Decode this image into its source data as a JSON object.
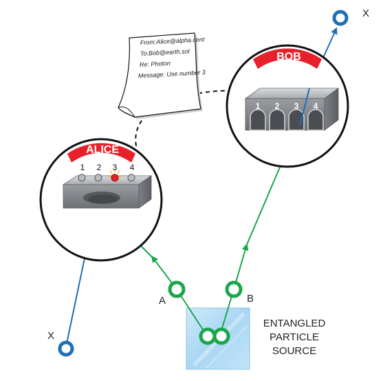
{
  "alice": {
    "title": "ALICE",
    "detectors": [
      "1",
      "2",
      "3",
      "4"
    ],
    "lit_detector": "3"
  },
  "bob": {
    "title": "BOB",
    "detectors": [
      "1",
      "2",
      "3",
      "4"
    ]
  },
  "message": {
    "from": "From:Alice@alpha.cent",
    "to": "To:Bob@earth.sol",
    "re": "Re: Photon",
    "body": "Message: Use number 3"
  },
  "source": {
    "line1": "ENTANGLED",
    "line2": "PARTICLE",
    "line3": "SOURCE"
  },
  "labels": {
    "particle_a": "A",
    "particle_b": "B",
    "x_bottom": "X",
    "x_top": "X"
  },
  "colors": {
    "green": "#1aa64b",
    "blue": "#1f6fb5",
    "red": "#e8202a",
    "source_fill": "#b8dcf3"
  }
}
